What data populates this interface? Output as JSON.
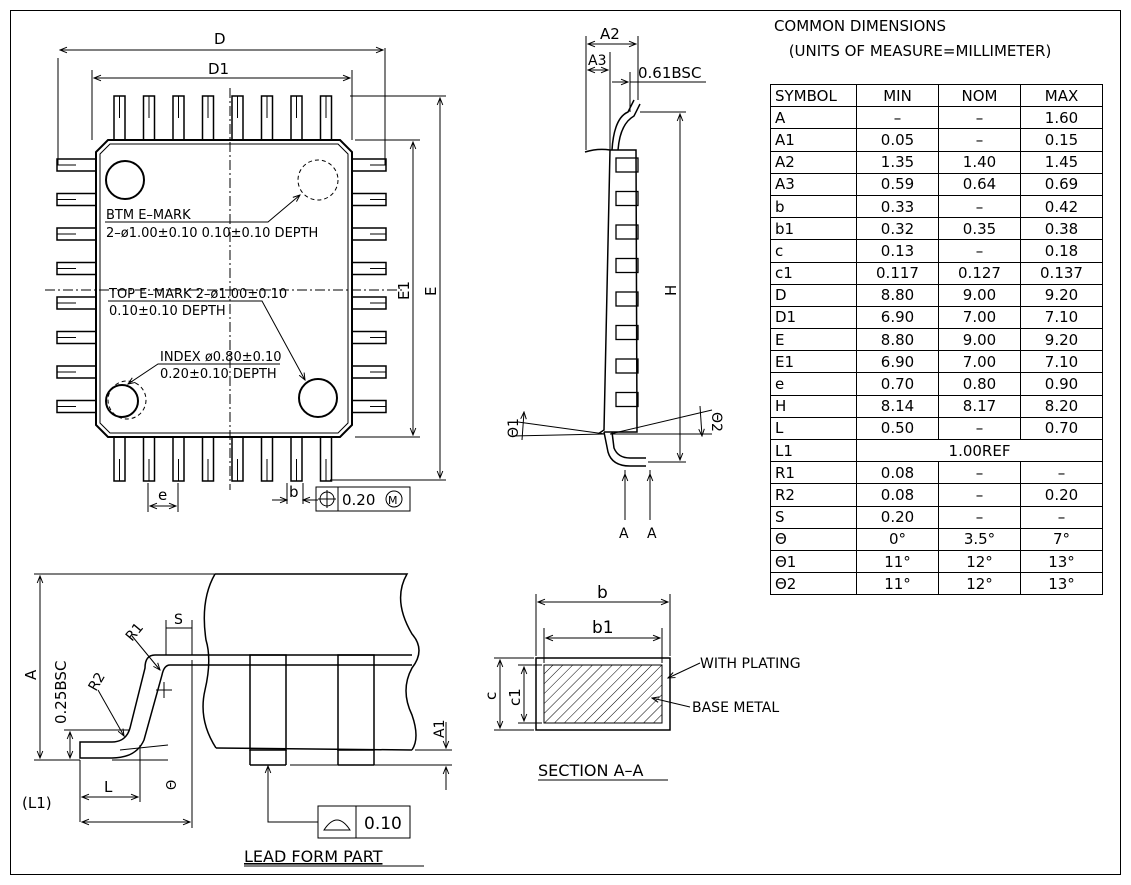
{
  "table": {
    "title": "COMMON  DIMENSIONS",
    "subtitle": "(UNITS  OF  MEASURE=MILLIMETER)",
    "headers": [
      "SYMBOL",
      "MIN",
      "NOM",
      "MAX"
    ],
    "rows": [
      [
        "A",
        "–",
        "–",
        "1.60"
      ],
      [
        "A1",
        "0.05",
        "–",
        "0.15"
      ],
      [
        "A2",
        "1.35",
        "1.40",
        "1.45"
      ],
      [
        "A3",
        "0.59",
        "0.64",
        "0.69"
      ],
      [
        "b",
        "0.33",
        "–",
        "0.42"
      ],
      [
        "b1",
        "0.32",
        "0.35",
        "0.38"
      ],
      [
        "c",
        "0.13",
        "–",
        "0.18"
      ],
      [
        "c1",
        "0.117",
        "0.127",
        "0.137"
      ],
      [
        "D",
        "8.80",
        "9.00",
        "9.20"
      ],
      [
        "D1",
        "6.90",
        "7.00",
        "7.10"
      ],
      [
        "E",
        "8.80",
        "9.00",
        "9.20"
      ],
      [
        "E1",
        "6.90",
        "7.00",
        "7.10"
      ],
      [
        "e",
        "0.70",
        "0.80",
        "0.90"
      ],
      [
        "H",
        "8.14",
        "8.17",
        "8.20"
      ],
      [
        "L",
        "0.50",
        "–",
        "0.70"
      ],
      [
        "L1",
        "1.00REF"
      ],
      [
        "R1",
        "0.08",
        "–",
        "–"
      ],
      [
        "R2",
        "0.08",
        "–",
        "0.20"
      ],
      [
        "S",
        "0.20",
        "–",
        "–"
      ],
      [
        "Θ",
        "0°",
        "3.5°",
        "7°"
      ],
      [
        "Θ1",
        "11°",
        "12°",
        "13°"
      ],
      [
        "Θ2",
        "11°",
        "12°",
        "13°"
      ]
    ]
  },
  "top_view": {
    "dim_D": "D",
    "dim_D1": "D1",
    "dim_E": "E",
    "dim_E1": "E1",
    "dim_e": "e",
    "dim_b": "b",
    "tolerance_value": "0.20",
    "tolerance_modifier": "M",
    "btm_mark_line1": "BTM E–MARK",
    "btm_mark_line2": "2–ø1.00±0.10  0.10±0.10 DEPTH",
    "top_mark_line1": "TOP E–MARK  2–ø1.00±0.10",
    "top_mark_line2": "0.10±0.10  DEPTH",
    "index_line1": "INDEX ø0.80±0.10",
    "index_line2": "0.20±0.10  DEPTH"
  },
  "side_view": {
    "dim_A2": "A2",
    "dim_A3": "A3",
    "dim_bsc": "0.61BSC",
    "dim_H": "H",
    "theta1": "Θ1",
    "theta2": "Θ2",
    "section_a": "A"
  },
  "lead_form": {
    "dim_A": "A",
    "dim_bsc": "0.25BSC",
    "dim_R1": "R1",
    "dim_R2": "R2",
    "dim_S": "S",
    "dim_A1": "A1",
    "dim_L": "L",
    "dim_L1": "(L1)",
    "theta": "Θ",
    "flatness_value": "0.10",
    "caption": "LEAD  FORM  PART"
  },
  "section": {
    "dim_b": "b",
    "dim_b1": "b1",
    "dim_c": "c",
    "dim_c1": "c1",
    "with_plating": "WITH PLATING",
    "base_metal": "BASE METAL",
    "caption": "SECTION  A–A"
  }
}
